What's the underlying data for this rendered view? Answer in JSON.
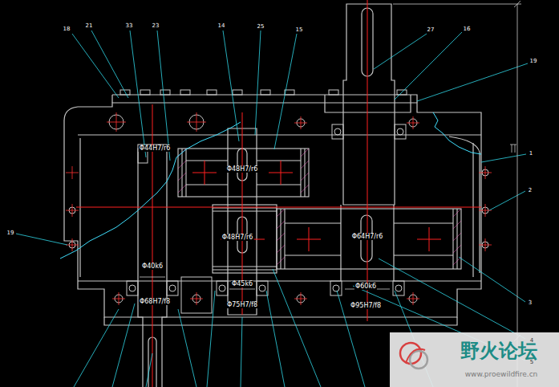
{
  "diagram": {
    "labels": [
      "18",
      "21",
      "33",
      "23",
      "14",
      "25",
      "15",
      "27",
      "16",
      "19",
      "Φ44H7/r6",
      "1",
      "Φ48H7/r6",
      "2",
      "19",
      "Φ48H7/r6",
      "Φ64H7/r6",
      "Φ40k6",
      "Φ45k6",
      "Φ60k6",
      "Φ68H7/f8",
      "3",
      "Φ75H7/f8",
      "Φ95H7/f8",
      "4",
      "野火论坛",
      "5",
      "www.proewildfire.cn"
    ]
  }
}
